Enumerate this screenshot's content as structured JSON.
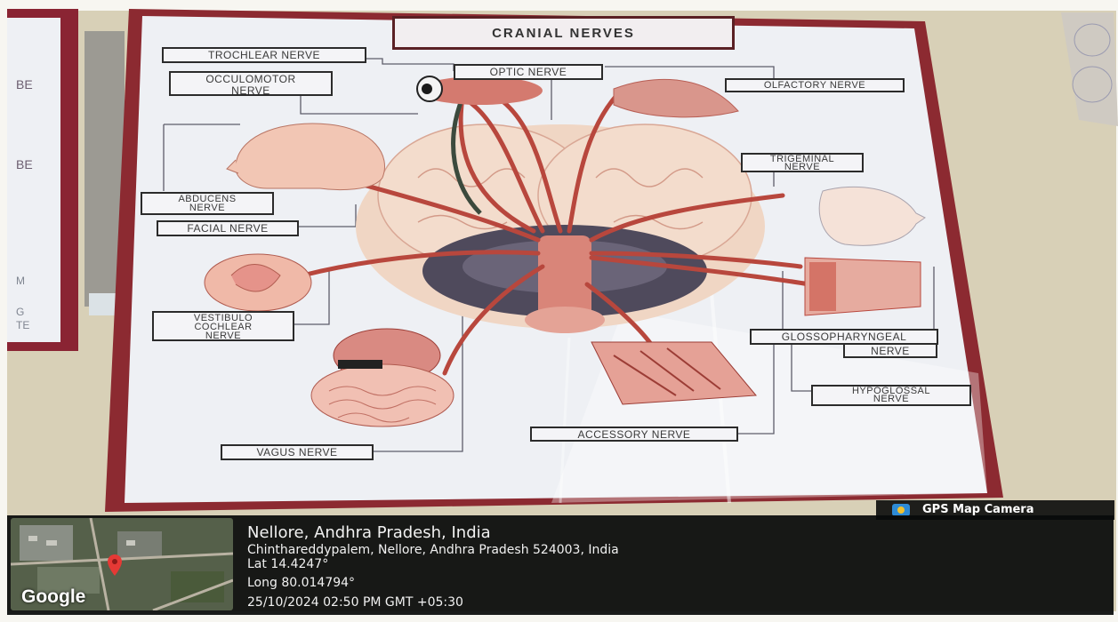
{
  "poster": {
    "title": "CRANIAL NERVES",
    "labels": {
      "trochlear": "TROCHLEAR NERVE",
      "occulomotor": "OCCULOMOTOR\nNERVE",
      "optic": "OPTIC NERVE",
      "olfactory": "OLFACTORY NERVE",
      "trigeminal": "TRIGEMINAL\nNERVE",
      "abducens": "ABDUCENS\nNERVE",
      "facial": "FACIAL NERVE",
      "vestibulo": "VESTIBULO\nCOCHLEAR\nNERVE",
      "glossopharyngeal": "GLOSSOPHARYNGEAL",
      "glossopharyngeal_2": "NERVE",
      "hypoglossal": "HYPOGLOSSAL\nNERVE",
      "accessory": "ACCESSORY NERVE",
      "vagus": "VAGUS NERVE"
    }
  },
  "gps": {
    "app_name": "GPS Map Camera",
    "place": "Nellore, Andhra Pradesh, India",
    "address": "Chinthareddypalem, Nellore, Andhra Pradesh 524003, India",
    "lat": "Lat 14.4247°",
    "long": "Long 80.014794°",
    "datetime": "25/10/2024 02:50 PM GMT +05:30",
    "map_brand": "Google",
    "pin_icon": "map-pin-icon"
  },
  "colors": {
    "frame": "#8c2a31",
    "board": "#eef0f4",
    "nerve": "#b8473d",
    "brainstem": "#5b5566",
    "gps_bar": "#0a0c0c"
  }
}
